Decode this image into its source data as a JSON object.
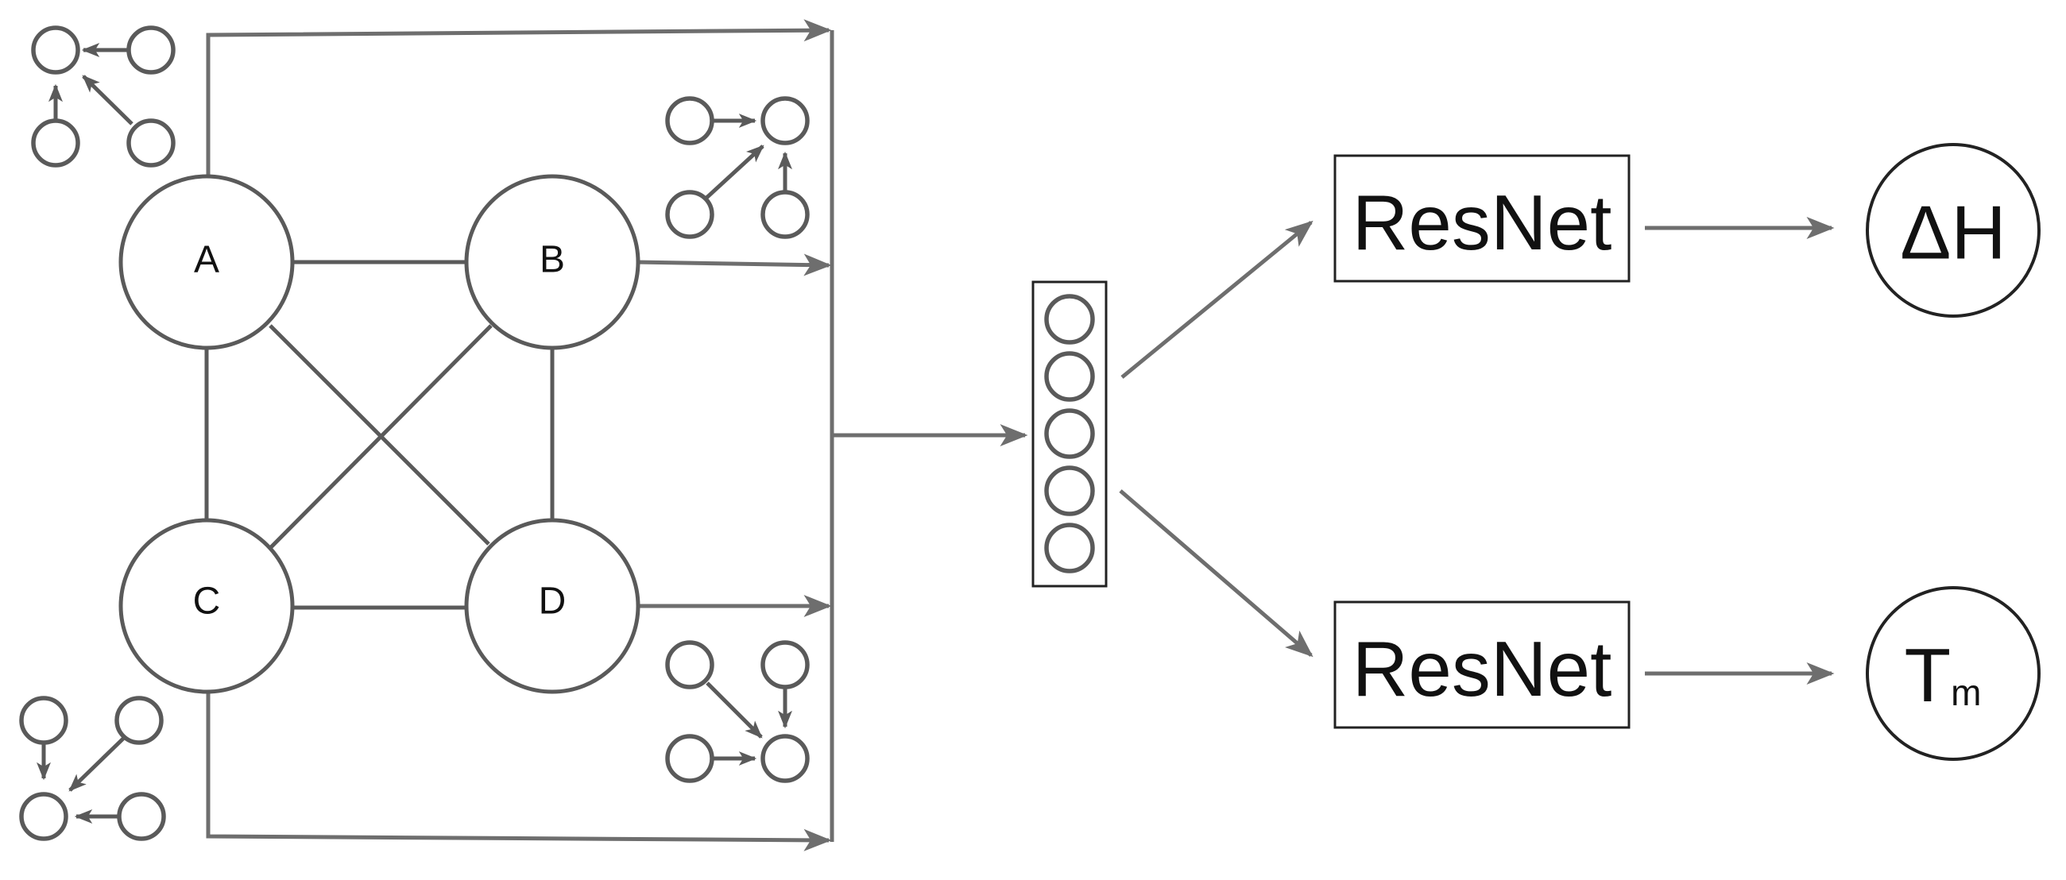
{
  "graph": {
    "nodes": [
      {
        "id": "A",
        "label": "A"
      },
      {
        "id": "B",
        "label": "B"
      },
      {
        "id": "C",
        "label": "C"
      },
      {
        "id": "D",
        "label": "D"
      }
    ],
    "edges": [
      [
        "A",
        "B"
      ],
      [
        "A",
        "C"
      ],
      [
        "A",
        "D"
      ],
      [
        "B",
        "C"
      ],
      [
        "B",
        "D"
      ],
      [
        "C",
        "D"
      ]
    ]
  },
  "colors": {
    "line": "#5a5a5a",
    "arrow": "#6e6e6e",
    "highlight": "#ee1c25",
    "text": "#111111"
  },
  "models": [
    {
      "id": "top",
      "label": "ResNet"
    },
    {
      "id": "bottom",
      "label": "ResNet"
    }
  ],
  "outputs": [
    {
      "id": "delta-h",
      "label": "ΔH",
      "subscript": ""
    },
    {
      "id": "tm",
      "label": "T",
      "subscript": "m"
    }
  ],
  "feature_vector": {
    "cells": 5
  }
}
